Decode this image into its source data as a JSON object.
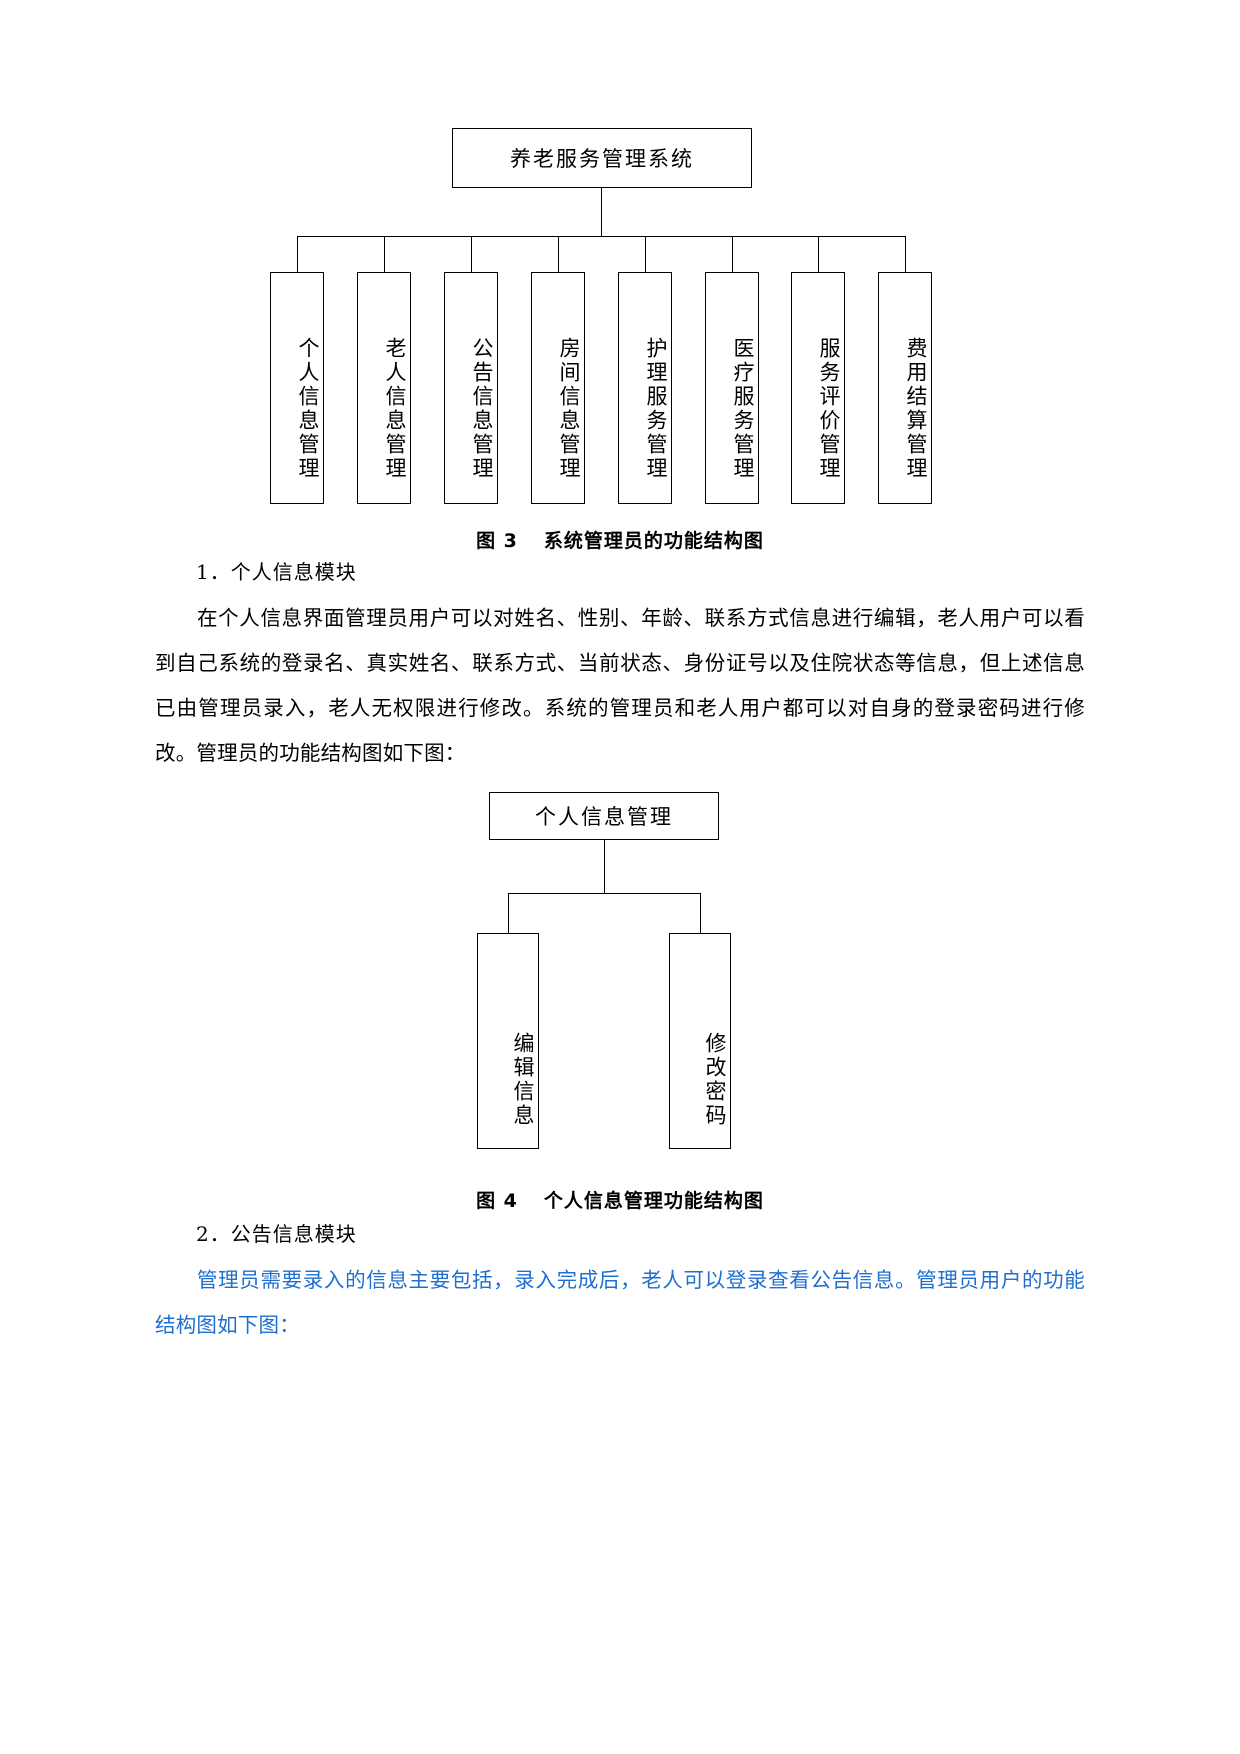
{
  "document": {
    "figure3": {
      "root": "养老服务管理系统",
      "modules": [
        "个人信息管理",
        "老人信息管理",
        "公告信息管理",
        "房间信息管理",
        "护理服务管理",
        "医疗服务管理",
        "服务评价管理",
        "费用结算管理"
      ],
      "caption_label": "图 3",
      "caption_text": "系统管理员的功能结构图"
    },
    "section1": {
      "heading": "1．个人信息模块",
      "paragraph": "在个人信息界面管理员用户可以对姓名、性别、年龄、联系方式信息进行编辑，老人用户可以看到自己系统的登录名、真实姓名、联系方式、当前状态、身份证号以及住院状态等信息，但上述信息已由管理员录入，老人无权限进行修改。系统的管理员和老人用户都可以对自身的登录密码进行修改。管理员的功能结构图如下图："
    },
    "figure4": {
      "root": "个人信息管理",
      "modules": [
        "编辑信息",
        "修改密码"
      ],
      "caption_label": "图 4",
      "caption_text": "个人信息管理功能结构图"
    },
    "section2": {
      "heading": "2．公告信息模块",
      "paragraph": "管理员需要录入的信息主要包括，录入完成后，老人可以登录查看公告信息。管理员用户的功能结构图如下图："
    },
    "colors": {
      "text": "#000000",
      "accent_blue": "#1f6fd0",
      "line": "#000000",
      "background": "#ffffff"
    }
  }
}
